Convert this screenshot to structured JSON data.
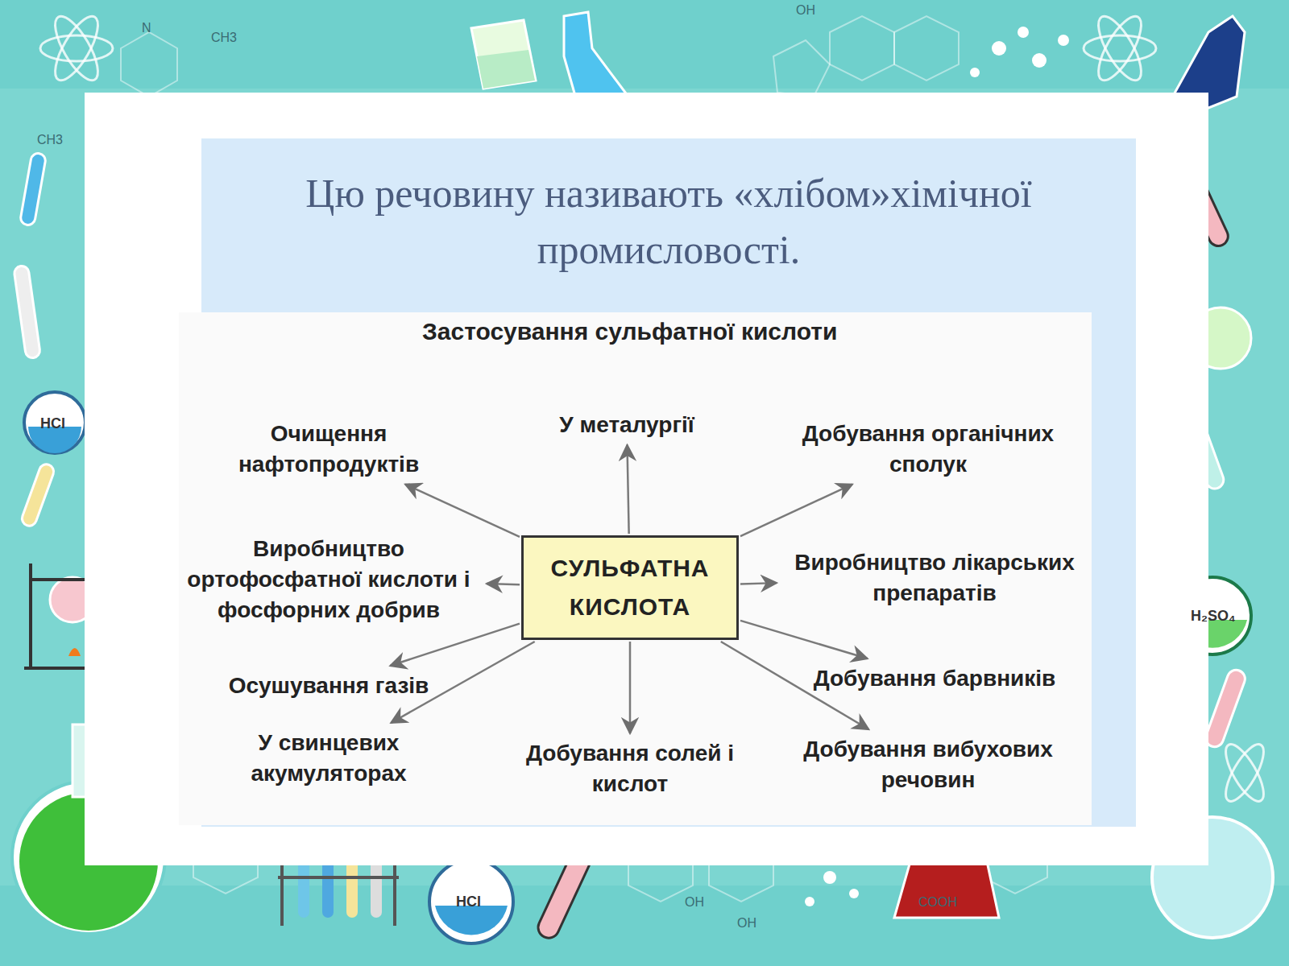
{
  "diagram": {
    "title": "Цю речовину називають «хлібом»хімічної промисловості.",
    "nodes": [
      {
        "text": [
          "СУЛЬФАТНА КИСЛОТА"
        ]
      },
      {
        "text": [
          "Очищення нафтопродуктів"
        ]
      },
      {
        "text": [
          "У металургії"
        ]
      },
      {
        "text": [
          "Добування органічних сполук"
        ]
      },
      {
        "text": [
          "Виробництво ортофосфатної кислоти і фосфорних добрив"
        ]
      },
      {
        "text": [
          "Виробництво лікарських препаратів"
        ]
      },
      {
        "text": [
          "Осушування газів"
        ]
      },
      {
        "text": [
          "Добування барвників"
        ]
      },
      {
        "text": [
          "У свинцевих акумуляторах"
        ]
      },
      {
        "text": [
          "Добування солей і кислот"
        ]
      },
      {
        "text": [
          "Добування вибухових речовин"
        ]
      }
    ],
    "edges": [
      {
        "from": 0,
        "to": 1,
        "arrow": "to"
      },
      {
        "from": 0,
        "to": 2,
        "arrow": "to"
      },
      {
        "from": 0,
        "to": 3,
        "arrow": "to"
      },
      {
        "from": 0,
        "to": 4,
        "arrow": "to"
      },
      {
        "from": 0,
        "to": 5,
        "arrow": "to"
      },
      {
        "from": 0,
        "to": 6,
        "arrow": "to"
      },
      {
        "from": 0,
        "to": 7,
        "arrow": "to"
      },
      {
        "from": 0,
        "to": 8,
        "arrow": "to"
      },
      {
        "from": 0,
        "to": 9,
        "arrow": "to"
      },
      {
        "from": 0,
        "to": 10,
        "arrow": "to"
      }
    ],
    "labels": [
      "Застосування сульфатної кислоти",
      "HCl",
      "HCl",
      "H₂SO₄",
      "COOH",
      "CH3",
      "OH",
      "N",
      "CH3",
      "OH",
      "OH"
    ]
  }
}
